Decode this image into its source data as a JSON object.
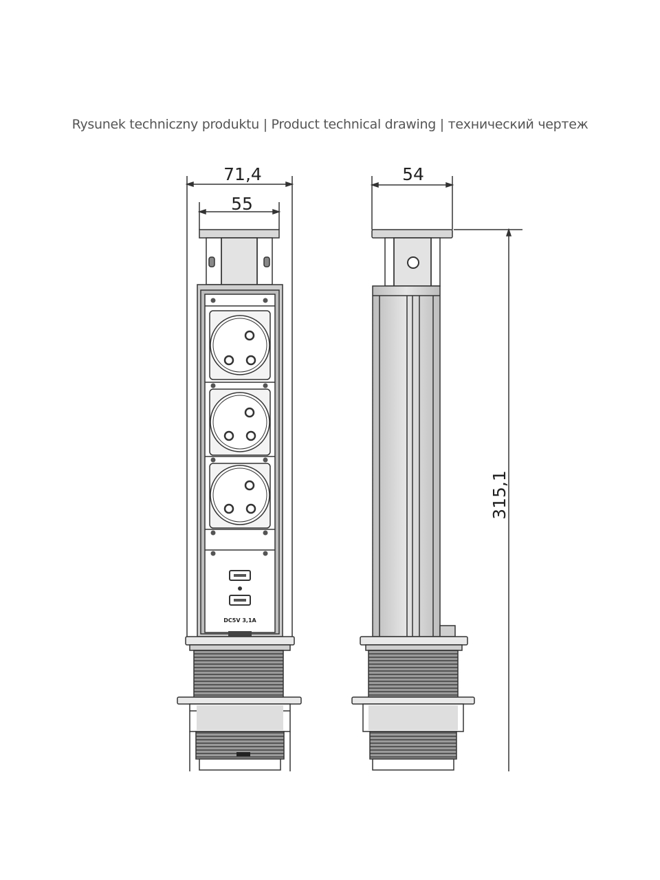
{
  "title": "Rysunek techniczny produktu | Product technical drawing | технический чертеж",
  "dimensions": {
    "outer_width": "71,4",
    "inner_width": "55",
    "depth": "54",
    "height": "315,1"
  },
  "usb_module": {
    "label": "DC5V 3,1A"
  },
  "colors": {
    "line": "#333333",
    "body_fill": "#dcdcdc",
    "panel_fill": "#ffffff",
    "thread_dark": "#555555",
    "text": "#555555"
  }
}
